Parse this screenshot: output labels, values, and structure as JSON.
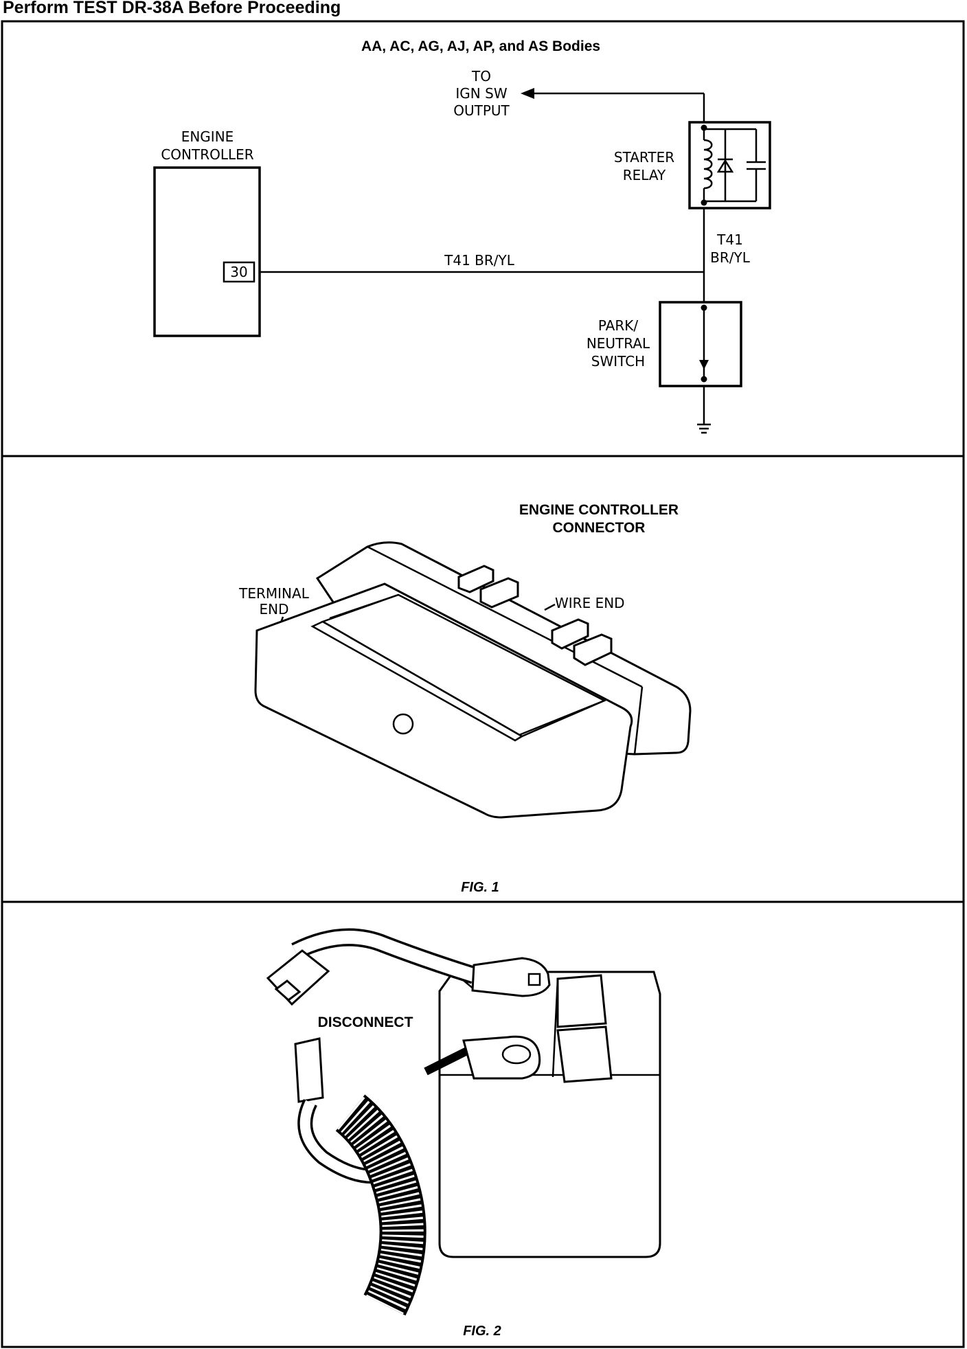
{
  "page": {
    "title": "Perform TEST DR-38A Before Proceeding"
  },
  "schematic": {
    "heading": "AA, AC, AG, AJ, AP, and AS Bodies",
    "to_label": [
      "TO",
      "IGN SW",
      "OUTPUT"
    ],
    "engine_controller_label": [
      "ENGINE",
      "CONTROLLER"
    ],
    "pin_number": "30",
    "wire_horizontal_label": "T41 BR/YL",
    "wire_vertical_label": [
      "T41",
      "BR/YL"
    ],
    "starter_relay_label": [
      "STARTER",
      "RELAY"
    ],
    "park_neutral_label": [
      "PARK/",
      "NEUTRAL",
      "SWITCH"
    ]
  },
  "figure1": {
    "heading": [
      "ENGINE CONTROLLER",
      "CONNECTOR"
    ],
    "terminal_end_label": [
      "TERMINAL",
      "END"
    ],
    "wire_end_label": "WIRE END",
    "caption": "FIG. 1"
  },
  "figure2": {
    "disconnect_label": "DISCONNECT",
    "caption": "FIG. 2"
  }
}
